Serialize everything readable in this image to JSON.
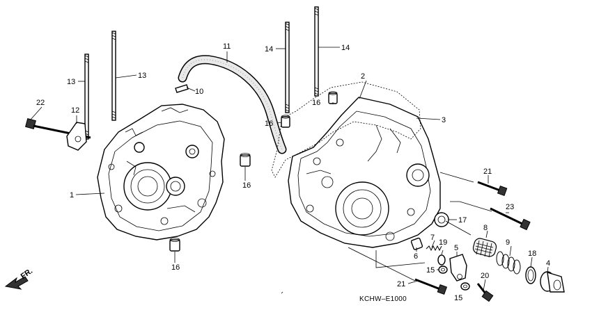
{
  "diagram": {
    "code": "KCHW–E1000",
    "direction_label": "FR.",
    "callouts": [
      {
        "id": "c1",
        "label": "1"
      },
      {
        "id": "c2",
        "label": "2"
      },
      {
        "id": "c3",
        "label": "3"
      },
      {
        "id": "c4",
        "label": "4"
      },
      {
        "id": "c5",
        "label": "5"
      },
      {
        "id": "c6",
        "label": "6"
      },
      {
        "id": "c7",
        "label": "7"
      },
      {
        "id": "c8",
        "label": "8"
      },
      {
        "id": "c9",
        "label": "9"
      },
      {
        "id": "c10",
        "label": "10"
      },
      {
        "id": "c11",
        "label": "11"
      },
      {
        "id": "c12",
        "label": "12"
      },
      {
        "id": "c13a",
        "label": "13"
      },
      {
        "id": "c13b",
        "label": "13"
      },
      {
        "id": "c14a",
        "label": "14"
      },
      {
        "id": "c14b",
        "label": "14"
      },
      {
        "id": "c15a",
        "label": "15"
      },
      {
        "id": "c15b",
        "label": "15"
      },
      {
        "id": "c16a",
        "label": "16"
      },
      {
        "id": "c16b",
        "label": "16"
      },
      {
        "id": "c16c",
        "label": "16"
      },
      {
        "id": "c16d",
        "label": "16"
      },
      {
        "id": "c17",
        "label": "17"
      },
      {
        "id": "c18",
        "label": "18"
      },
      {
        "id": "c19",
        "label": "19"
      },
      {
        "id": "c20",
        "label": "20"
      },
      {
        "id": "c21a",
        "label": "21"
      },
      {
        "id": "c21b",
        "label": "21"
      },
      {
        "id": "c22",
        "label": "22"
      },
      {
        "id": "c23",
        "label": "23"
      }
    ]
  }
}
